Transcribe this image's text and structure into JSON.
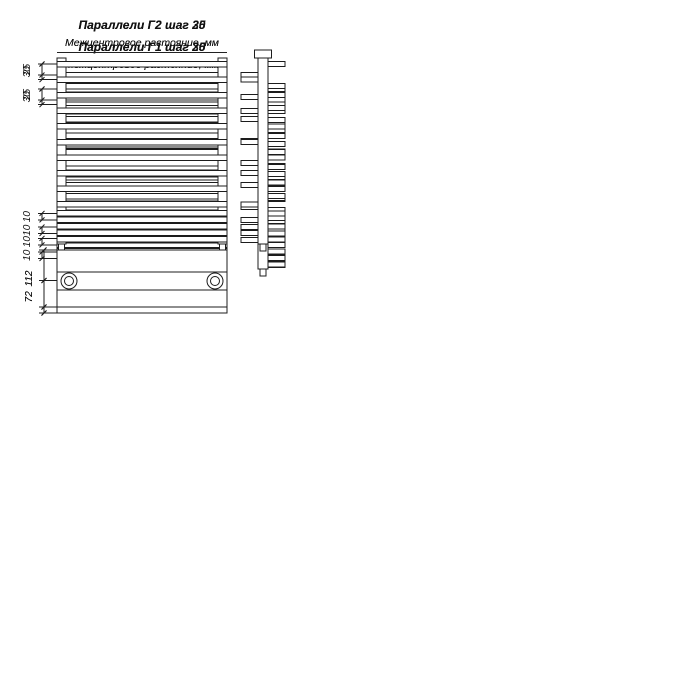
{
  "sheet": {
    "background": "#ffffff",
    "line_color": "#1c1c1c",
    "text_color": "#111111"
  },
  "panels": [
    {
      "id": "g1-step25",
      "title": "Параллели Г1 шаг 25",
      "subtitle": "Межцентровое растояние, мм",
      "dims": {
        "pitch": "25",
        "pitch_small": "10",
        "collector": "72"
      },
      "bars": {
        "regular": 15,
        "tight": 3
      },
      "comb": "single",
      "collector": "low"
    },
    {
      "id": "g1-step30",
      "title": "Параллели Г1 шаг 30",
      "subtitle": "Межцентровое растояние, мм",
      "dims": {
        "pitch": "30",
        "pitch_small": "10",
        "collector": "72"
      },
      "bars": {
        "regular": 10,
        "tight": 5
      },
      "comb": "single",
      "collector": "low"
    },
    {
      "id": "g2-step25",
      "title": "Параллели Г2 шаг 25",
      "subtitle": "Межцентровое растояние, мм",
      "dims": {
        "pitch": "25",
        "pitch_small": "10",
        "collector": "112"
      },
      "bars": {
        "regular": 15,
        "tight": 3
      },
      "comb": "double",
      "collector": "high"
    },
    {
      "id": "g2-step30",
      "title": "Параллели Г2 шаг 30",
      "subtitle": "Межцентровое растояние, мм",
      "dims": {
        "pitch": "30",
        "pitch_small": "10",
        "collector": "112"
      },
      "bars": {
        "regular": 10,
        "tight": 5
      },
      "comb": "double",
      "collector": "high"
    }
  ]
}
